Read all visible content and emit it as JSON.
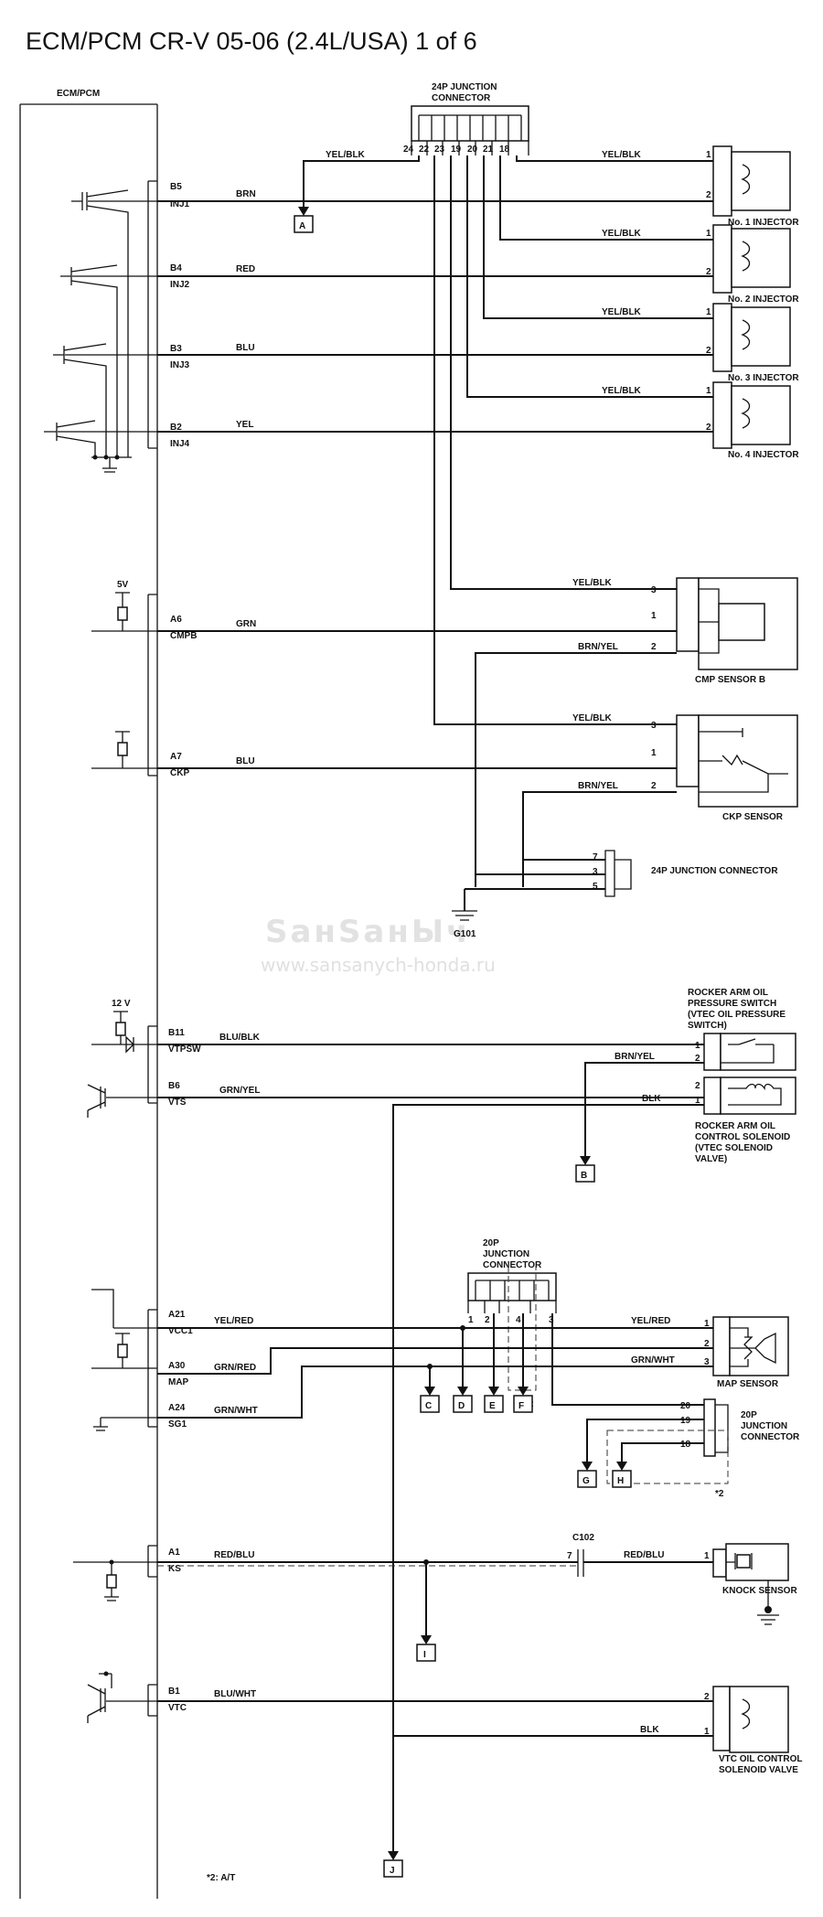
{
  "title": "ECM/PCM CR-V 05-06 (2.4L/USA) 1 of 6",
  "ecm_label": "ECM/PCM",
  "watermark": {
    "brand": "SанSанЫч",
    "url": "www.sansanych-honda.ru"
  },
  "junction_24p": {
    "label": "24P JUNCTION CONNECTOR",
    "pins": [
      "24",
      "22",
      "23",
      "19",
      "20",
      "21",
      "18"
    ]
  },
  "ecm_pins": [
    {
      "pin": "B5",
      "sig": "INJ1",
      "wire": "BRN"
    },
    {
      "pin": "B4",
      "sig": "INJ2",
      "wire": "RED"
    },
    {
      "pin": "B3",
      "sig": "INJ3",
      "wire": "BLU"
    },
    {
      "pin": "B2",
      "sig": "INJ4",
      "wire": "YEL"
    },
    {
      "pin": "A6",
      "sig": "CMPB",
      "wire": "GRN"
    },
    {
      "pin": "A7",
      "sig": "CKP",
      "wire": "BLU"
    },
    {
      "pin": "B11",
      "sig": "VTPSW",
      "wire": "BLU/BLK"
    },
    {
      "pin": "B6",
      "sig": "VTS",
      "wire": "GRN/YEL"
    },
    {
      "pin": "A21",
      "sig": "VCC1",
      "wire": "YEL/RED"
    },
    {
      "pin": "A30",
      "sig": "MAP",
      "wire": "GRN/RED"
    },
    {
      "pin": "A24",
      "sig": "SG1",
      "wire": "GRN/WHT"
    },
    {
      "pin": "A1",
      "sig": "KS",
      "wire": "RED/BLU"
    },
    {
      "pin": "B1",
      "sig": "VTC",
      "wire": "BLU/WHT"
    }
  ],
  "wires": {
    "yel_blk": "YEL/BLK",
    "brn_yel": "BRN/YEL",
    "blk": "BLK",
    "yel_red": "YEL/RED",
    "grn_wht": "GRN/WHT",
    "red_blu": "RED/BLU"
  },
  "voltages": {
    "five": "5V",
    "twelve": "12 V"
  },
  "components": {
    "inj1": "No. 1 INJECTOR",
    "inj2": "No. 2 INJECTOR",
    "inj3": "No. 3 INJECTOR",
    "inj4": "No. 4 INJECTOR",
    "cmp": "CMP SENSOR B",
    "ckp": "CKP SENSOR",
    "jc24_2": "24P JUNCTION CONNECTOR",
    "g101": "G101",
    "rocker_switch": [
      "ROCKER ARM OIL",
      "PRESSURE SWITCH",
      "(VTEC OIL PRESSURE",
      "SWITCH)"
    ],
    "rocker_solenoid": [
      "ROCKER ARM OIL",
      "CONTROL SOLENOID",
      "(VTEC SOLENOID",
      "VALVE)"
    ],
    "jc20_top": [
      "20P",
      "JUNCTION",
      "CONNECTOR"
    ],
    "map": "MAP SENSOR",
    "jc20_right": [
      "20P",
      "JUNCTION",
      "CONNECTOR"
    ],
    "c102": "C102",
    "knock": "KNOCK SENSOR",
    "vtc": [
      "VTC OIL CONTROL",
      "SOLENOID VALVE"
    ]
  },
  "jc20_top_pins": [
    "1",
    "2",
    "4",
    "3"
  ],
  "jc20_right_pins": [
    "20",
    "19",
    "18"
  ],
  "refs": [
    "A",
    "B",
    "C",
    "D",
    "E",
    "F",
    "G",
    "H",
    "I",
    "J"
  ],
  "note_mark": "*2",
  "footnote": "*2: A/T"
}
